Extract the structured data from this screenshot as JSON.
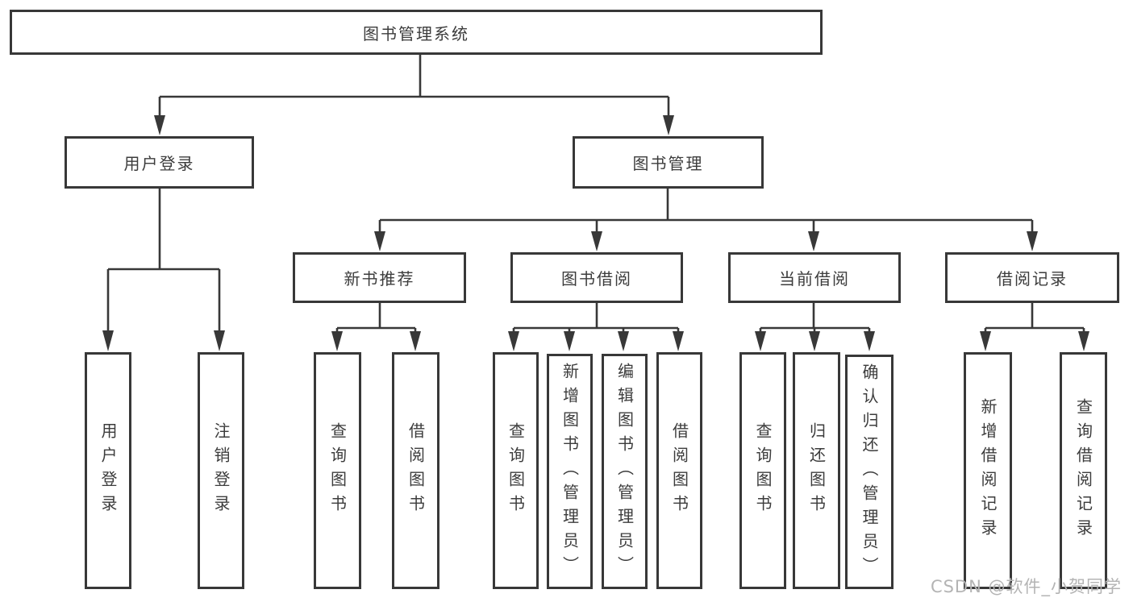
{
  "diagram": {
    "root": {
      "label": "图书管理系统"
    },
    "branches": {
      "user_login": {
        "label": "用户登录",
        "children": [
          "用户登录",
          "注销登录"
        ]
      },
      "book_mgmt": {
        "label": "图书管理",
        "sections": {
          "new_books": {
            "label": "新书推荐",
            "children": [
              "查询图书",
              "借阅图书"
            ]
          },
          "book_borrow": {
            "label": "图书借阅",
            "children": [
              "查询图书",
              "新增图书（管理员）",
              "编辑图书（管理员）",
              "借阅图书"
            ]
          },
          "current_borrow": {
            "label": "当前借阅",
            "children": [
              "查询图书",
              "归还图书",
              "确认归还（管理员）"
            ]
          },
          "borrow_records": {
            "label": "借阅记录",
            "children": [
              "新增借阅记录",
              "查询借阅记录"
            ]
          }
        }
      }
    }
  },
  "watermark": "CSDN @软件_小贺同学",
  "colors": {
    "line": "#383838",
    "text": "#3c3c3c",
    "box_bg": "#ffffff",
    "watermark": "#b4b4b4",
    "background": "#ffffff"
  }
}
